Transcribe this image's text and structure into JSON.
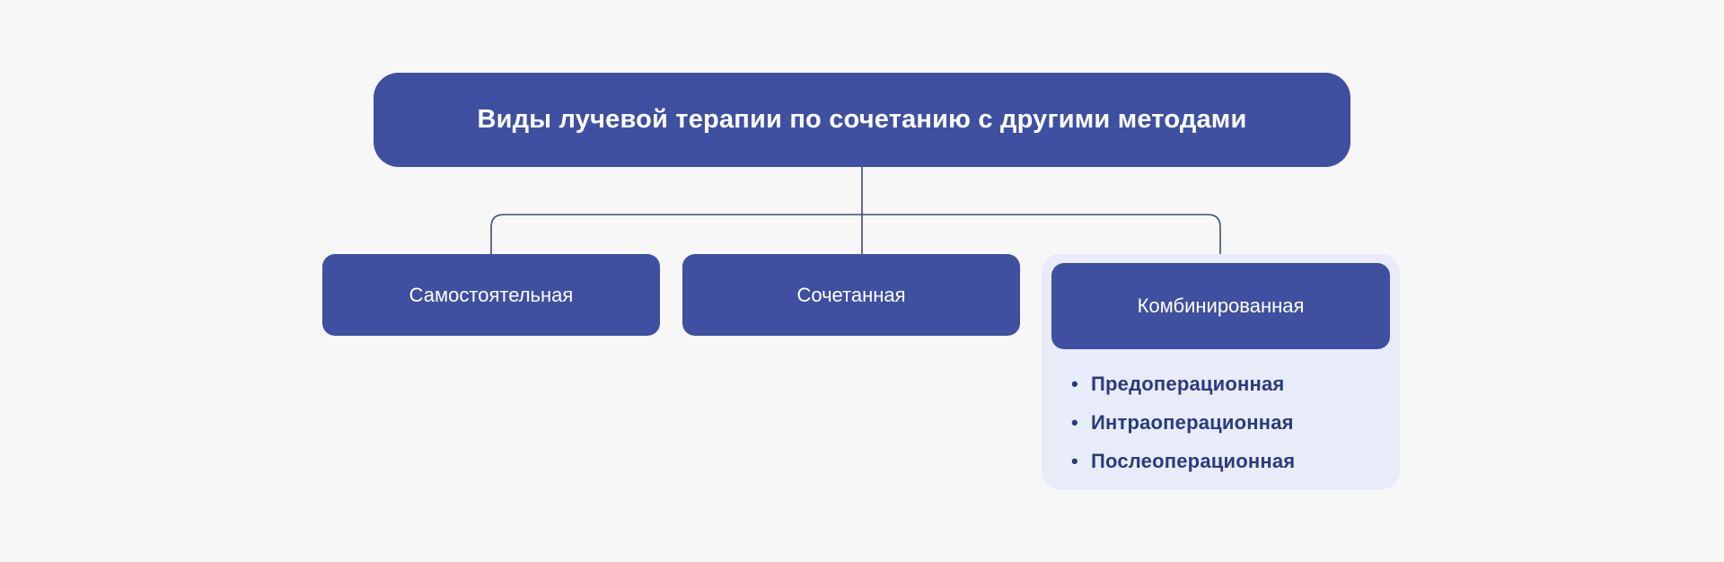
{
  "diagram": {
    "title": "Виды лучевой терапии по сочетанию с другими методами",
    "nodes": {
      "standalone": {
        "label": "Самостоятельная"
      },
      "combined": {
        "label": "Сочетанная"
      },
      "combination": {
        "label": "Комбинированная",
        "items": [
          "Предоперационная",
          "Интраоперационная",
          "Послеоперационная"
        ]
      }
    },
    "colors": {
      "background": "#f7f7f8",
      "node_bg": "#3e509f",
      "node_text": "#ffffff",
      "panel_bg": "#e7ecf8",
      "list_text": "#2b3a7c",
      "connector": "#3d4d73"
    }
  }
}
